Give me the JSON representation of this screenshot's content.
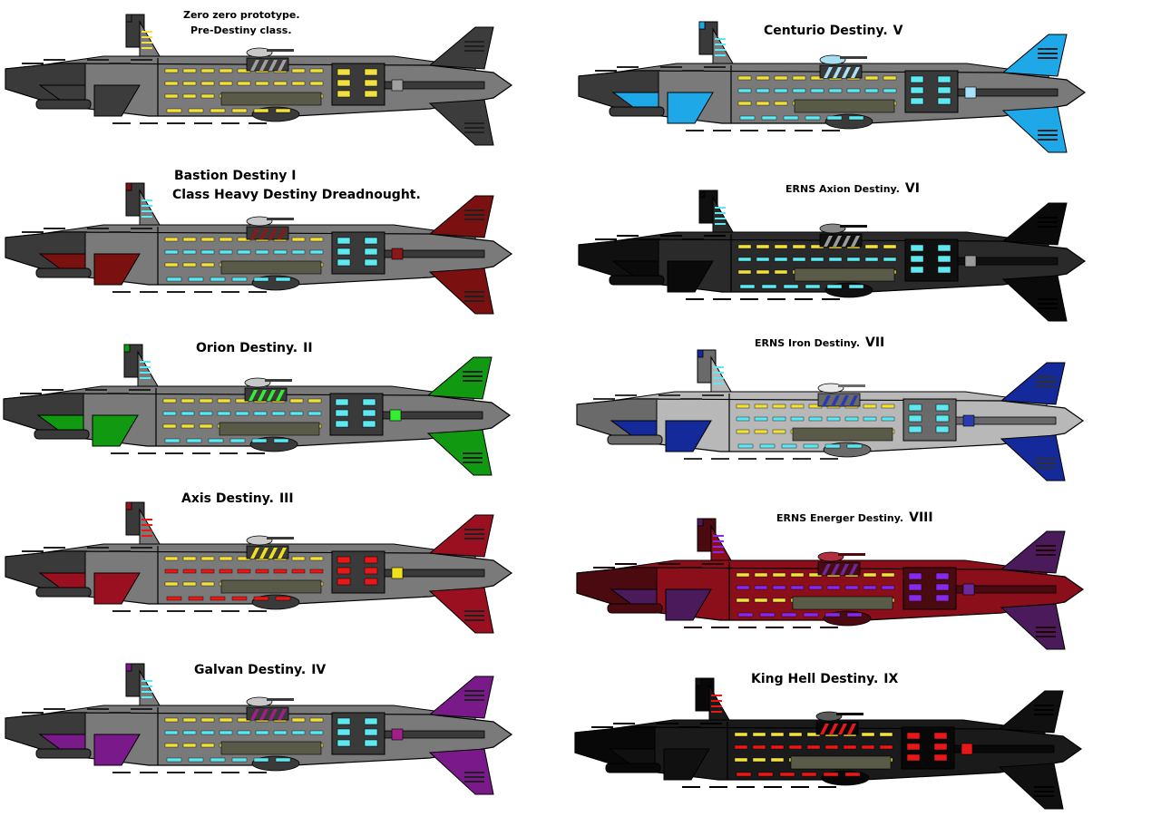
{
  "ships": [
    {
      "id": "zero",
      "title": "Zero zero prototype.",
      "subtitle": "Pre-Destiny class.",
      "numeral": "",
      "colors": {
        "hull": "#7a7a7a",
        "dark": "#3a3a3a",
        "accent": "#3c3c3c",
        "light": "#c8c8c8",
        "window": "#f0e040",
        "stripe": "#a0a0a0",
        "trim": "#202020"
      }
    },
    {
      "id": "bastion",
      "title": "Bastion Destiny I",
      "subtitle": "Class Heavy Destiny Dreadnought.",
      "numeral": "",
      "colors": {
        "hull": "#7a7a7a",
        "dark": "#3a3a3a",
        "accent": "#7a1010",
        "light": "#c8c8c8",
        "window": "#5fe8f0",
        "stripe": "#8a1818",
        "trim": "#202020"
      }
    },
    {
      "id": "orion",
      "title": "Orion Destiny.",
      "subtitle": "",
      "numeral": "II",
      "colors": {
        "hull": "#7a7a7a",
        "dark": "#3a3a3a",
        "accent": "#119a11",
        "light": "#c8c8c8",
        "window": "#5fe8f0",
        "stripe": "#33ee33",
        "trim": "#202020"
      }
    },
    {
      "id": "axis",
      "title": "Axis Destiny.",
      "subtitle": "",
      "numeral": "III",
      "colors": {
        "hull": "#7a7a7a",
        "dark": "#3a3a3a",
        "accent": "#9a1020",
        "light": "#c8c8c8",
        "window": "#e81818",
        "stripe": "#f0e020",
        "trim": "#202020"
      }
    },
    {
      "id": "galvan",
      "title": "Galvan Destiny.",
      "subtitle": "",
      "numeral": "IV",
      "colors": {
        "hull": "#7a7a7a",
        "dark": "#3a3a3a",
        "accent": "#7a1a8a",
        "light": "#c8c8c8",
        "window": "#5fe8f0",
        "stripe": "#a02088",
        "trim": "#202020"
      }
    },
    {
      "id": "centurio",
      "title": "Centurio Destiny.",
      "subtitle": "",
      "numeral": "V",
      "colors": {
        "hull": "#7a7a7a",
        "dark": "#3a3a3a",
        "accent": "#1ea8e8",
        "light": "#a8e0f0",
        "window": "#5fe8f0",
        "stripe": "#a8e0f8",
        "trim": "#202020"
      }
    },
    {
      "id": "axion",
      "title": "ERNS Axion Destiny.",
      "subtitle": "",
      "numeral": "VI",
      "colors": {
        "hull": "#2a2a2a",
        "dark": "#101010",
        "accent": "#0a0a0a",
        "light": "#888888",
        "window": "#5fe8f0",
        "stripe": "#9a9a9a",
        "trim": "#000000"
      }
    },
    {
      "id": "iron",
      "title": "ERNS Iron Destiny.",
      "subtitle": "",
      "numeral": "VII",
      "colors": {
        "hull": "#b8b8b8",
        "dark": "#6a6a6a",
        "accent": "#142a9a",
        "light": "#e8e8e8",
        "window": "#5fe8f0",
        "stripe": "#2a3ab0",
        "trim": "#303030"
      }
    },
    {
      "id": "energer",
      "title": "ERNS Energer Destiny.",
      "subtitle": "",
      "numeral": "VIII",
      "colors": {
        "hull": "#8a0f1a",
        "dark": "#4a0a10",
        "accent": "#4a1a5a",
        "light": "#b03040",
        "window": "#8a28e8",
        "stripe": "#6a2a9a",
        "trim": "#200008"
      }
    },
    {
      "id": "kinghell",
      "title": "King Hell Destiny.",
      "subtitle": "",
      "numeral": "IX",
      "colors": {
        "hull": "#1a1a1a",
        "dark": "#080808",
        "accent": "#101010",
        "light": "#5a5a5a",
        "window": "#e81818",
        "stripe": "#e81818",
        "trim": "#000000"
      }
    }
  ]
}
